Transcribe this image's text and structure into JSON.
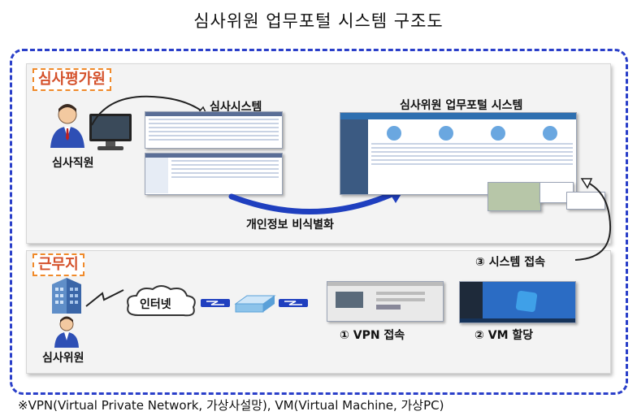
{
  "title": "심사위원 업무포털 시스템 구조도",
  "sections": {
    "top_tag": "심사평가원",
    "bottom_tag": "근무지"
  },
  "labels": {
    "reviewer_staff": "심사직원",
    "review_system": "심사시스템",
    "portal_system": "심사위원 업무포털 시스템",
    "anonymization": "개인정보 비식별화",
    "internet": "인터넷",
    "reviewer": "심사위원",
    "step1": "① VPN 접속",
    "step2": "② VM 할당",
    "step3": "③ 시스템 접속"
  },
  "footnote": "※VPN(Virtual Private Network, 가상사설망), VM(Virtual Machine, 가상PC)",
  "colors": {
    "dashed_border": "#2a3fc9",
    "tag_border": "#f08a2a",
    "tag_text": "#d4502a",
    "arrow_blue": "#1f3fbf"
  }
}
